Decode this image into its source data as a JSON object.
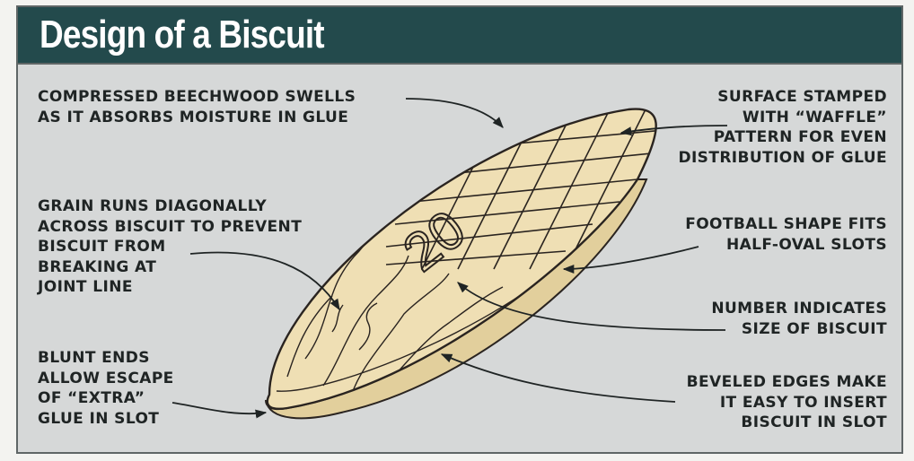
{
  "title": "Design of a Biscuit",
  "biscuit": {
    "size_number": "20",
    "fill_color": "#efdfb4",
    "outline_color": "#2a2420"
  },
  "colors": {
    "header_bg": "#234a4c",
    "panel_bg": "#d6d8d8",
    "text": "#1f2424"
  },
  "callouts": {
    "compressed_beechwood": "COMPRESSED BEECHWOOD SWELLS\nAS IT ABSORBS MOISTURE IN GLUE",
    "grain_diagonal": "GRAIN RUNS DIAGONALLY\nACROSS BISCUIT TO PREVENT\nBISCUIT FROM\nBREAKING AT\nJOINT LINE",
    "blunt_ends": "BLUNT ENDS\nALLOW ESCAPE\nOF “EXTRA”\nGLUE IN SLOT",
    "surface_stamped": "SURFACE STAMPED\nWITH “WAFFLE”\nPATTERN FOR EVEN\nDISTRIBUTION OF GLUE",
    "football_shape": "FOOTBALL SHAPE FITS\nHALF-OVAL SLOTS",
    "number_indicates": "NUMBER INDICATES\nSIZE OF BISCUIT",
    "beveled_edges": "BEVELED EDGES MAKE\nIT EASY TO INSERT\nBISCUIT IN SLOT"
  }
}
